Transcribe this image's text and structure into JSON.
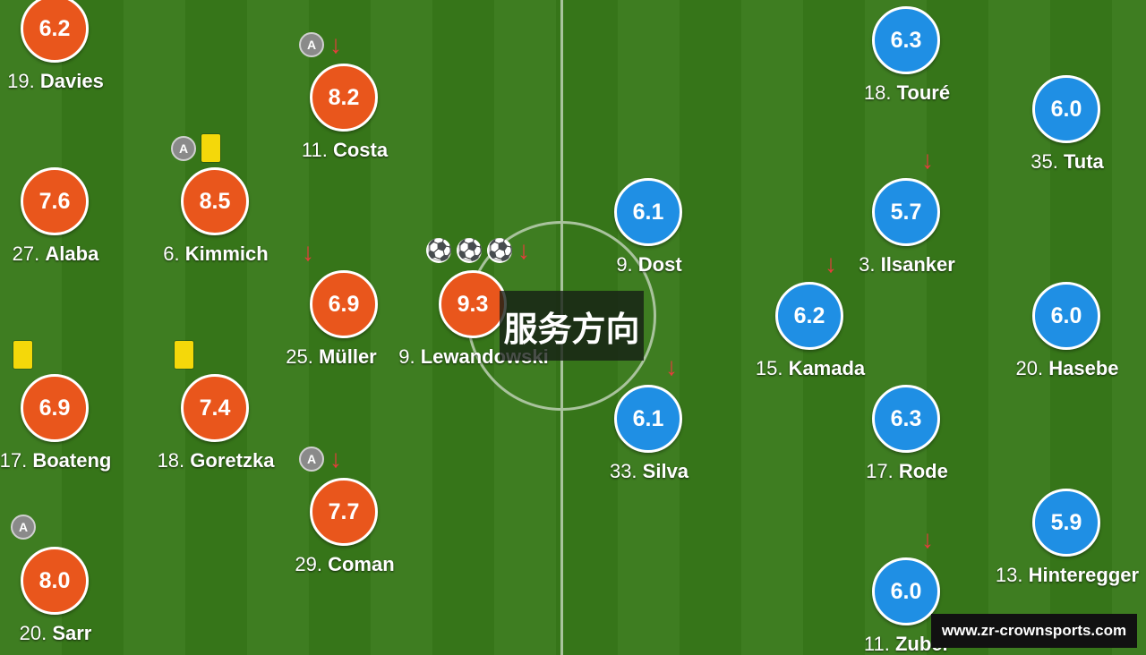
{
  "overlay_label": "服务方向",
  "watermark": "www.zr-crownsports.com",
  "colors": {
    "home": "#e9561c",
    "away": "#1f8fe4",
    "pitch_dark": "#367519",
    "pitch_light": "#3e7d21"
  },
  "icons": {
    "assist": "A",
    "sub_off": "↓",
    "goal": "⚽"
  },
  "home_players": [
    {
      "id": "davies",
      "rating": "6.2",
      "number": "19.",
      "name": "Davies"
    },
    {
      "id": "costa",
      "rating": "8.2",
      "number": "11.",
      "name": "Costa"
    },
    {
      "id": "alaba",
      "rating": "7.6",
      "number": "27.",
      "name": "Alaba"
    },
    {
      "id": "kimmich",
      "rating": "8.5",
      "number": "6.",
      "name": "Kimmich"
    },
    {
      "id": "muller",
      "rating": "6.9",
      "number": "25.",
      "name": "Müller"
    },
    {
      "id": "lewandowski",
      "rating": "9.3",
      "number": "9.",
      "name": "Lewandowski"
    },
    {
      "id": "boateng",
      "rating": "6.9",
      "number": "17.",
      "name": "Boateng"
    },
    {
      "id": "goretzka",
      "rating": "7.4",
      "number": "18.",
      "name": "Goretzka"
    },
    {
      "id": "coman",
      "rating": "7.7",
      "number": "29.",
      "name": "Coman"
    },
    {
      "id": "sarr",
      "rating": "8.0",
      "number": "20.",
      "name": "Sarr"
    }
  ],
  "away_players": [
    {
      "id": "toure",
      "rating": "6.3",
      "number": "18.",
      "name": "Touré"
    },
    {
      "id": "tuta",
      "rating": "6.0",
      "number": "35.",
      "name": "Tuta"
    },
    {
      "id": "dost",
      "rating": "6.1",
      "number": "9.",
      "name": "Dost"
    },
    {
      "id": "ilsanker",
      "rating": "5.7",
      "number": "3.",
      "name": "Ilsanker"
    },
    {
      "id": "kamada",
      "rating": "6.2",
      "number": "15.",
      "name": "Kamada"
    },
    {
      "id": "hasebe",
      "rating": "6.0",
      "number": "20.",
      "name": "Hasebe"
    },
    {
      "id": "silva",
      "rating": "6.1",
      "number": "33.",
      "name": "Silva"
    },
    {
      "id": "rode",
      "rating": "6.3",
      "number": "17.",
      "name": "Rode"
    },
    {
      "id": "hinteregger",
      "rating": "5.9",
      "number": "13.",
      "name": "Hinteregger"
    },
    {
      "id": "zuber",
      "rating": "6.0",
      "number": "11.",
      "name": "Zuber"
    }
  ]
}
